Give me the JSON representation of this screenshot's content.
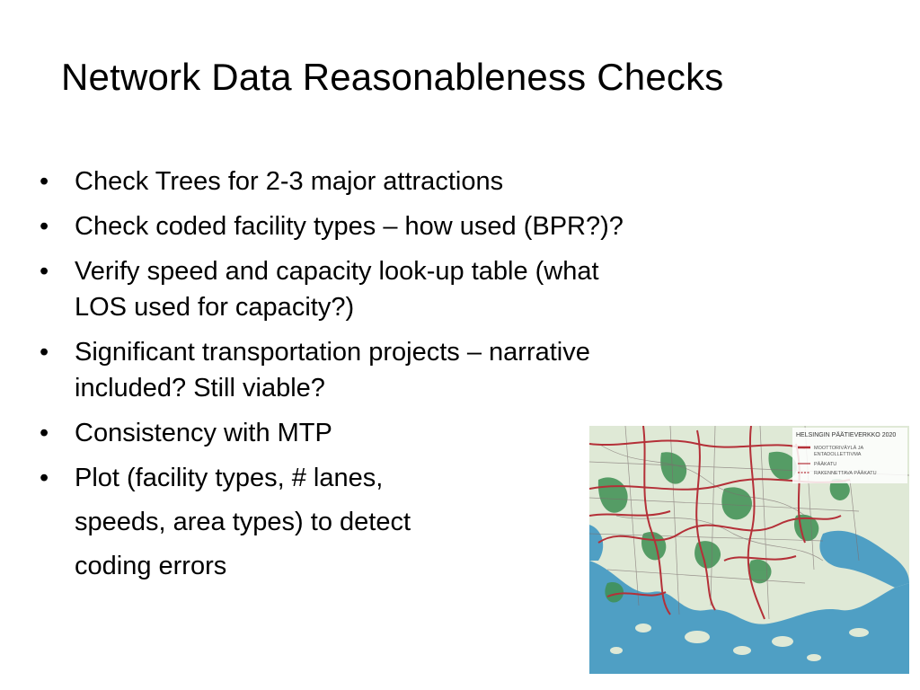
{
  "slide": {
    "title": "Network Data Reasonableness Checks",
    "bullet_glyph": "•",
    "bullets": [
      {
        "lines": [
          "Check Trees for 2-3 major attractions"
        ]
      },
      {
        "lines": [
          "Check coded facility types – how used (BPR?)?"
        ]
      },
      {
        "lines": [
          "Verify speed and capacity look-up table (what",
          "LOS used for capacity?)"
        ]
      },
      {
        "lines": [
          "Significant transportation projects – narrative",
          "included?  Still viable?"
        ]
      },
      {
        "lines": [
          "Consistency with MTP"
        ]
      },
      {
        "lines": [
          "Plot (facility types, # lanes,",
          "speeds, area types) to detect",
          "coding errors"
        ]
      }
    ]
  },
  "map": {
    "legend_title": "HELSINGIN PÄÄTIEVERKKO 2020",
    "legend_items": [
      "MOOTTORIVÄYLÄ JA",
      "ENTADOLLETTIVMA",
      "PÄÄKATU",
      "RAKENNETTAVA PÄÄKATU"
    ],
    "colors": {
      "water": "#4f9fc4",
      "land": "#dfe9d6",
      "green": "#3e8f52",
      "road": "#b43038",
      "minor_road": "#7b6d6d"
    }
  }
}
